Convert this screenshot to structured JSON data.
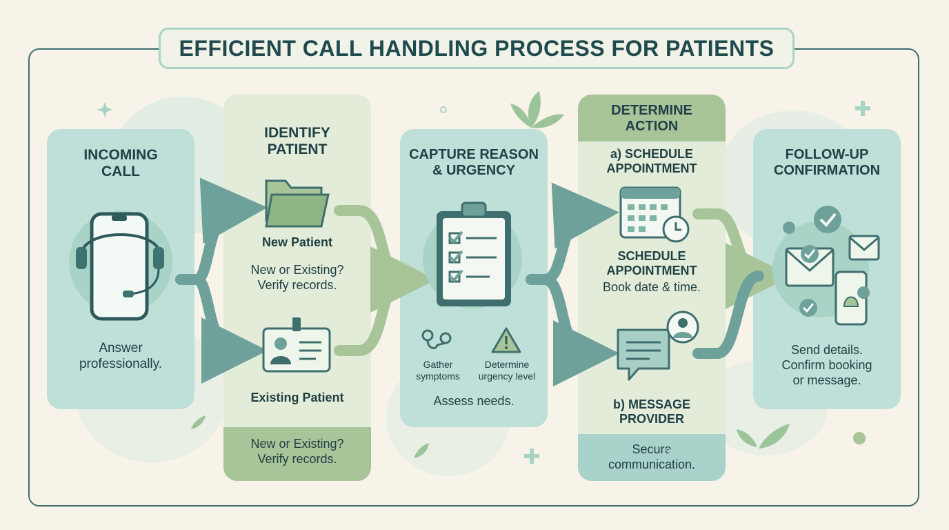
{
  "title": "EFFICIENT CALL HANDLING PROCESS FOR PATIENTS",
  "colors": {
    "teal": "#bfe0d8",
    "green": "#d8e7cf",
    "dark": "#3f6e6f",
    "accent": "#7fb5a6"
  },
  "steps": {
    "incoming": {
      "header": "INCOMING\nCALL",
      "text": "Answer\nprofessionally.",
      "icon": "phone-headset-icon"
    },
    "identify": {
      "header": "IDENTIFY\nPATIENT",
      "new_label": "New Patient",
      "new_text": "New or Existing?\nVerify records.",
      "existing_label": "Existing Patient",
      "footer": "New or Existing?\nVerify records.",
      "icons": [
        "folder-icon",
        "id-card-icon"
      ]
    },
    "capture": {
      "header": "CAPTURE REASON\n& URGENCY",
      "symptoms": "Gather\nsymptoms",
      "urgency": "Determine\nurgency level",
      "text": "Assess needs.",
      "icons": [
        "clipboard-checklist-icon",
        "stethoscope-icon",
        "warning-icon"
      ]
    },
    "determine": {
      "header": "DETERMINE\nACTION",
      "option_a": "a) SCHEDULE\nAPPOINTMENT",
      "schedule_title": "SCHEDULE\nAPPOINTMENT",
      "schedule_text": "Book date & time.",
      "option_b": "b) MESSAGE\nPROVIDER",
      "footer": "Secure\ncommunication.",
      "icons": [
        "calendar-clock-icon",
        "message-provider-icon"
      ]
    },
    "followup": {
      "header": "FOLLOW-UP\nCONFIRMATION",
      "text": "Send details.\nConfirm booking\nor message.",
      "icons": [
        "envelope-check-icon",
        "phone-bell-icon"
      ]
    }
  }
}
